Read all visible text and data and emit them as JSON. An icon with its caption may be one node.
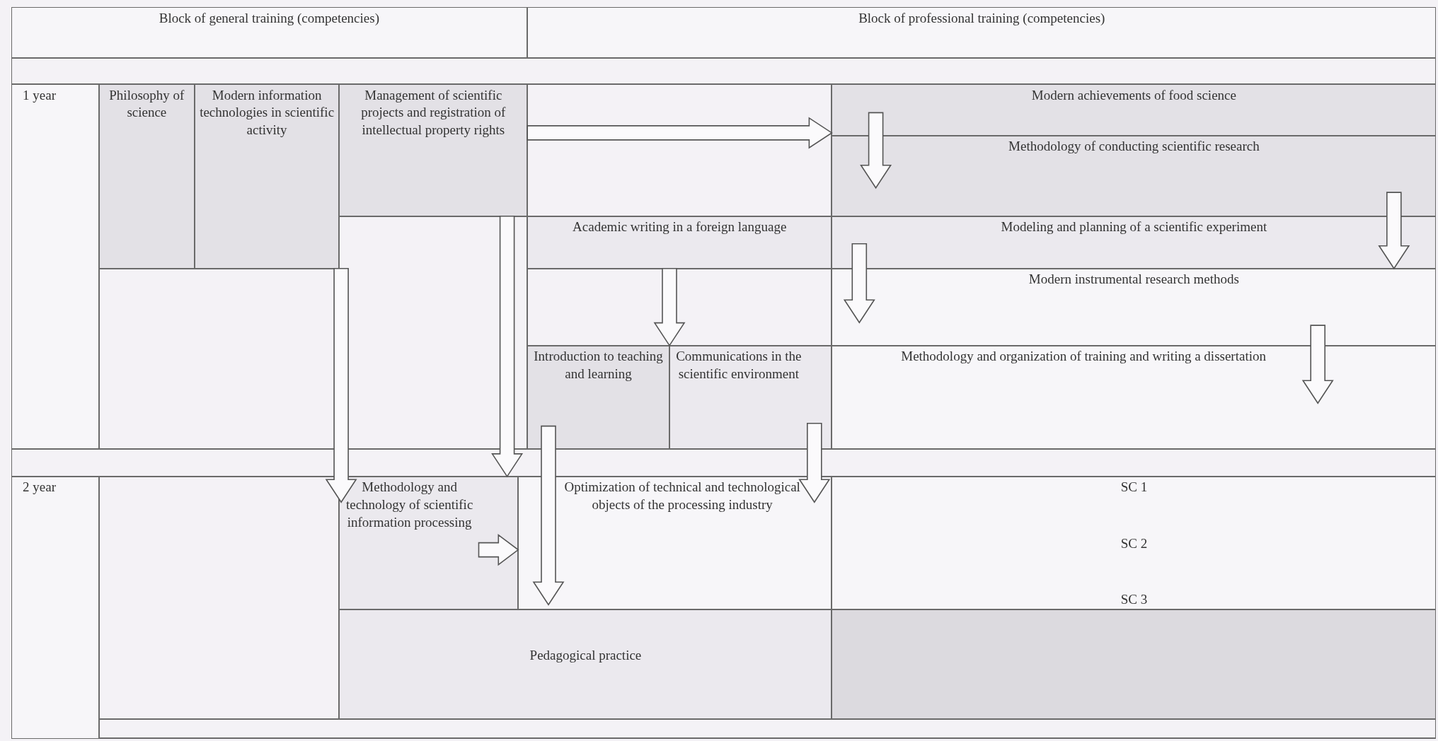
{
  "diagram": {
    "nodes": [
      {
        "text": [
          "Block of general training (competencies)"
        ]
      },
      {
        "text": [
          "Block of professional training (competencies)"
        ]
      },
      {
        "text": [
          "1 year"
        ]
      },
      {
        "text": [
          "Philosophy of science"
        ]
      },
      {
        "text": [
          "Modern information technologies in scientific activity"
        ]
      },
      {
        "text": [
          "Management of scientific projects and registration of intellectual property rights"
        ]
      },
      {
        "text": [
          "Modern achievements of food science"
        ]
      },
      {
        "text": [
          "Methodology of conducting scientific research"
        ]
      },
      {
        "text": [
          "Academic writing in a foreign language"
        ]
      },
      {
        "text": [
          "Modeling and planning of a scientific experiment"
        ]
      },
      {
        "text": [
          "Modern instrumental research methods"
        ]
      },
      {
        "text": [
          "Introduction to teaching and learning"
        ]
      },
      {
        "text": [
          "Communications in the scientific environment"
        ]
      },
      {
        "text": [
          "Methodology and organization of training and writing a dissertation"
        ]
      },
      {
        "text": [
          "2 year"
        ]
      },
      {
        "text": [
          "Methodology and technology of scientific information processing"
        ]
      },
      {
        "text": [
          "Optimization of technical and technological objects of the processing industry"
        ]
      },
      {
        "text": [
          "SC 1",
          "SC 2",
          "SC 3"
        ]
      },
      {
        "text": [
          "Pedagogical practice"
        ]
      },
      {
        "text": [],
        "shape": "box"
      }
    ],
    "edges": [
      {
        "from": 5,
        "to": 6,
        "arrow": "to"
      },
      {
        "from": 6,
        "to": 7,
        "arrow": "to"
      },
      {
        "from": 7,
        "to": 9,
        "arrow": "to"
      },
      {
        "from": 9,
        "to": 10,
        "arrow": "to"
      },
      {
        "from": 10,
        "to": 13,
        "arrow": "to"
      },
      {
        "from": 8,
        "to": 11,
        "arrow": "to"
      },
      {
        "from": 4,
        "to": 15,
        "arrow": "to"
      },
      {
        "from": 5,
        "to": 15,
        "arrow": "to"
      },
      {
        "from": 11,
        "to": 16,
        "arrow": "to"
      },
      {
        "from": 12,
        "to": 16,
        "arrow": "to"
      },
      {
        "from": 15,
        "to": 16,
        "arrow": "to"
      }
    ]
  }
}
